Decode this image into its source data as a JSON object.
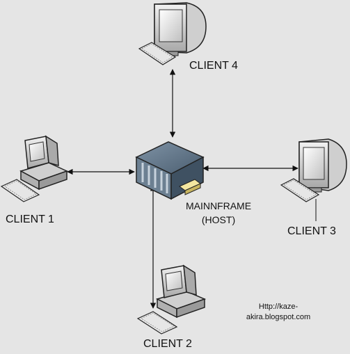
{
  "diagram": {
    "host": {
      "line1": "MAINNFRAME",
      "line2": "(HOST)"
    },
    "clients": {
      "client1": "CLIENT 1",
      "client2": "CLIENT 2",
      "client3": "CLIENT 3",
      "client4": "CLIENT 4"
    },
    "watermark": {
      "line1": "Http://kaze-",
      "line2": "akira.blogspot.com"
    }
  }
}
